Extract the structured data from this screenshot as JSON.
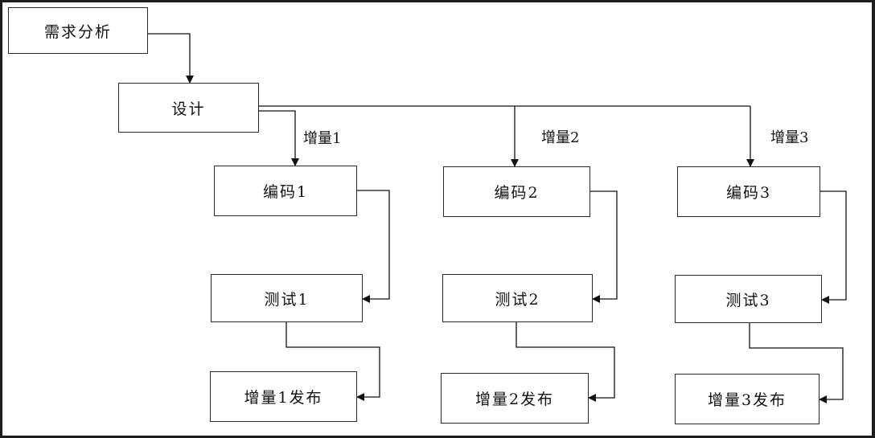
{
  "nodes": {
    "req": "需求分析",
    "design": "设计",
    "code1": "编码1",
    "code2": "编码2",
    "code3": "编码3",
    "test1": "测试1",
    "test2": "测试2",
    "test3": "测试3",
    "rel1": "增量1发布",
    "rel2": "增量2发布",
    "rel3": "增量3发布"
  },
  "labels": {
    "inc1": "增量1",
    "inc2": "增量2",
    "inc3": "增量3"
  },
  "colors": {
    "line": "#111111",
    "border": "#2a2a2a",
    "frame": "#1c1c1c"
  }
}
